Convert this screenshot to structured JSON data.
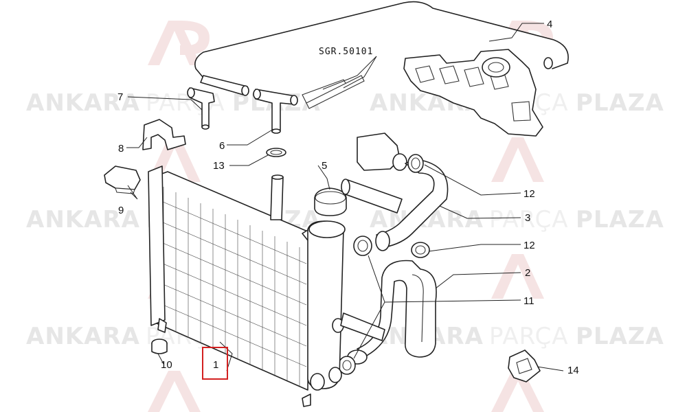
{
  "watermark": {
    "brand_bold": "ANKARA",
    "brand_light": "PARÇA",
    "brand_bold2": "PLAZA",
    "color_text": "#e6e6e6",
    "color_logo": "#f3dcdc"
  },
  "reference_code": "SGR.50101",
  "highlight_color": "#d32020",
  "callouts": {
    "c1": "1",
    "c2": "2",
    "c3": "3",
    "c4": "4",
    "c5": "5",
    "c6": "6",
    "c7": "7",
    "c8": "8",
    "c9": "9",
    "c10": "10",
    "c11": "11",
    "c12a": "12",
    "c12b": "12",
    "c13": "13",
    "c14": "14"
  }
}
